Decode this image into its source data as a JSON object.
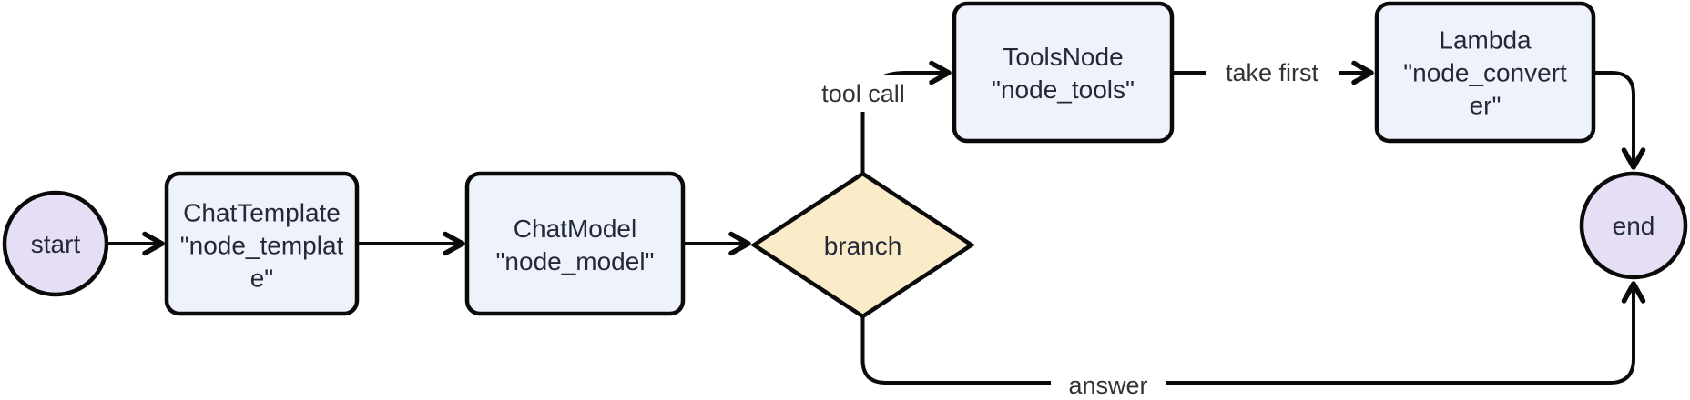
{
  "diagram": {
    "type": "flowchart-left-to-right",
    "nodes": {
      "start": {
        "shape": "circle",
        "label": "start"
      },
      "chat_template": {
        "shape": "rounded-rect",
        "lines": [
          "ChatTemplate",
          "\"node_templat",
          "e\""
        ],
        "label": "ChatTemplate \"node_template\""
      },
      "chat_model": {
        "shape": "rounded-rect",
        "lines": [
          "ChatModel",
          "\"node_model\""
        ],
        "label": "ChatModel \"node_model\""
      },
      "branch": {
        "shape": "diamond",
        "label": "branch"
      },
      "tools_node": {
        "shape": "rounded-rect",
        "lines": [
          "ToolsNode",
          "\"node_tools\""
        ],
        "label": "ToolsNode \"node_tools\""
      },
      "lambda": {
        "shape": "rounded-rect",
        "lines": [
          "Lambda",
          "\"node_convert",
          "er\""
        ],
        "label": "Lambda \"node_converter\""
      },
      "end": {
        "shape": "circle",
        "label": "end"
      }
    },
    "edges": {
      "start_to_template": {
        "label": ""
      },
      "template_to_model": {
        "label": ""
      },
      "model_to_branch": {
        "label": ""
      },
      "branch_to_tools": {
        "label": "tool call"
      },
      "tools_to_lambda": {
        "label": "take first"
      },
      "lambda_to_end": {
        "label": ""
      },
      "branch_to_end": {
        "label": "answer"
      }
    },
    "connections": [
      "start -> chat_template",
      "chat_template -> chat_model",
      "chat_model -> branch",
      "branch -> tools_node (tool call)",
      "tools_node -> lambda (take first)",
      "lambda -> end",
      "branch -> end (answer)"
    ],
    "colors": {
      "terminal_fill": "#e6def5",
      "task_fill": "#edf2fb",
      "decision_fill": "#faecc8",
      "stroke": "#0a0a0a",
      "node_text": "#24293a",
      "edge_label_text": "#333333",
      "label_bg": "#ffffff"
    }
  }
}
